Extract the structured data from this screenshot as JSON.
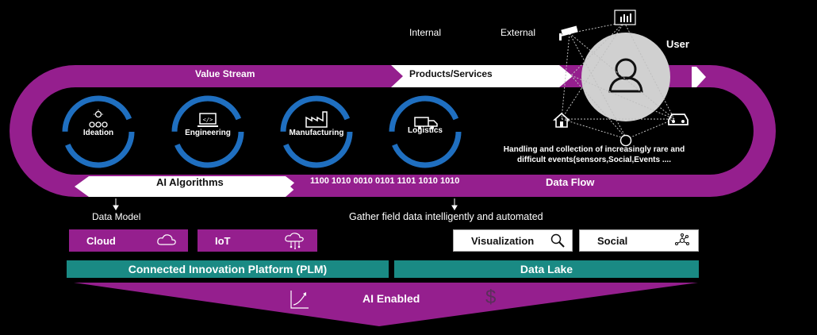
{
  "header": {
    "internal": "Internal",
    "external": "External",
    "user": "User"
  },
  "loop": {
    "value_stream": "Value Stream",
    "products_services": "Products/Services",
    "ai_algorithms": "AI Algorithms",
    "binary": "1100 1010 0010 0101 1101 1010 1010",
    "data_flow": "Data Flow",
    "handling_line1": "Handling and collection of increasingly rare and",
    "handling_line2": "difficult events(sensors,Social,Events ...."
  },
  "stages": [
    {
      "label": "Ideation",
      "icon": "ideation-icon"
    },
    {
      "label": "Engineering",
      "icon": "laptop-code-icon"
    },
    {
      "label": "Manufacturing",
      "icon": "factory-icon"
    },
    {
      "label": "Logistics",
      "icon": "truck-icon"
    }
  ],
  "annotations": {
    "data_model": "Data Model",
    "gather": "Gather field data intelligently and automated"
  },
  "boxes": {
    "cloud": "Cloud",
    "iot": "IoT",
    "visualization": "Visualization",
    "social": "Social"
  },
  "platform": {
    "plm": "Connected Innovation Platform (PLM)",
    "data_lake": "Data Lake",
    "ai_enabled": "AI Enabled",
    "dollar": "$"
  },
  "colors": {
    "purple": "#951f8e",
    "teal": "#1a8a84",
    "ring_blue": "#1f6fc0",
    "ring_dark": "#163a78"
  }
}
